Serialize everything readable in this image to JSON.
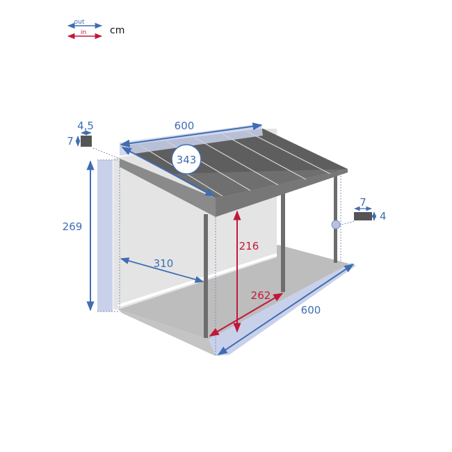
{
  "legend": {
    "out_label": "out",
    "in_label": "in",
    "unit": "cm",
    "out_color": "#3f6db3",
    "in_color": "#c0183c"
  },
  "dimensions": {
    "wall_profile": {
      "width": "4,5",
      "height": "7"
    },
    "post_profile": {
      "width": "7",
      "height": "4"
    },
    "roof_length": "600",
    "roof_depth": "343",
    "wall_height": "269",
    "depth_out": "310",
    "clear_height": "216",
    "post_span": "262",
    "base_length": "600"
  },
  "colors": {
    "outer_dimension": "#3f6db3",
    "inner_dimension": "#c0183c",
    "highlight_band": "#c9d1ea",
    "roof": "#6a6a6a",
    "floor": "#bdbdbd",
    "wall": "#e2e2e2"
  }
}
